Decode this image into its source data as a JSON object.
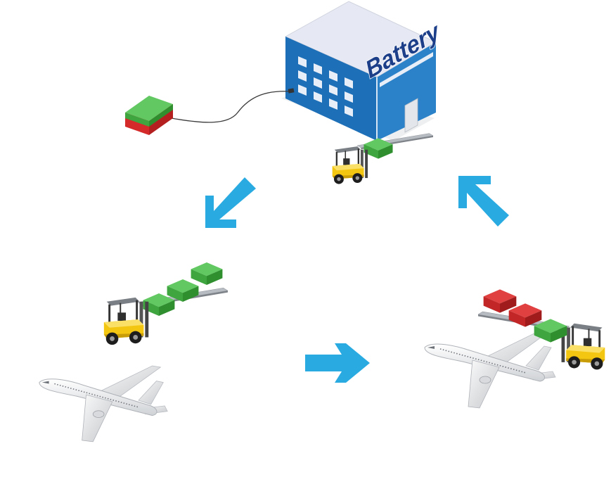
{
  "factory": {
    "sign": "Battery"
  },
  "colors": {
    "arrow": "#29abe2",
    "battery_charged": "#4cb84c",
    "battery_depleted": "#d42a2a",
    "factory_front": "#1d6fb8",
    "factory_roof": "#e6e9f3",
    "forklift": "#f3c612"
  },
  "flow": {
    "step_1": {
      "icon": "arrow-down-left-icon",
      "description_icon": "charged-batteries-to-airport"
    },
    "step_2": {
      "icon": "arrow-right-icon"
    },
    "step_3": {
      "icon": "arrow-up-left-icon"
    }
  },
  "scenes": {
    "left": {
      "batteries": [
        "charged",
        "charged",
        "charged"
      ]
    },
    "right": {
      "batteries": [
        "depleted",
        "depleted",
        "charged"
      ]
    },
    "factory_cart": {
      "batteries": [
        "charged"
      ]
    },
    "single_battery": {
      "state": "half-charged"
    }
  }
}
